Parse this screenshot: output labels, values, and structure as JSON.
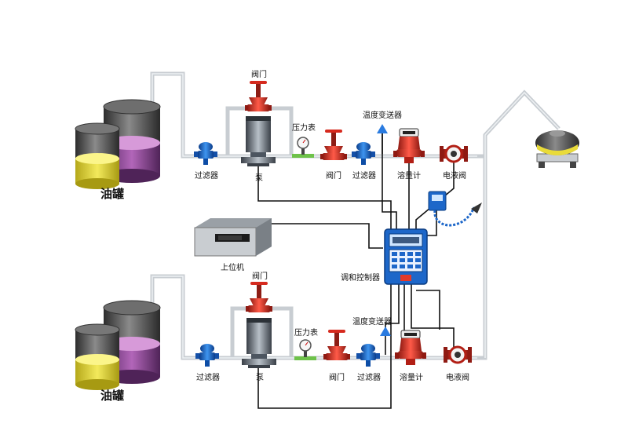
{
  "labels": {
    "oil_tank": "油罐",
    "filter": "过滤器",
    "pump": "泵",
    "valve": "阀门",
    "pressure_gauge": "压力表",
    "temp_transmitter": "温度变送器",
    "flowmeter": "溶量计",
    "solenoid_valve": "电液阀",
    "host_computer": "上位机",
    "blend_controller": "调和控制器"
  },
  "colors": {
    "pipe": "#c8cdd2",
    "valve_red": "#d62a1e",
    "filter_blue": "#1a6fcf",
    "signal_wire": "#111111",
    "controller_blue": "#1d67c9",
    "oil_yellow": "#f0e24a",
    "oil_purple": "#a24aa8"
  }
}
